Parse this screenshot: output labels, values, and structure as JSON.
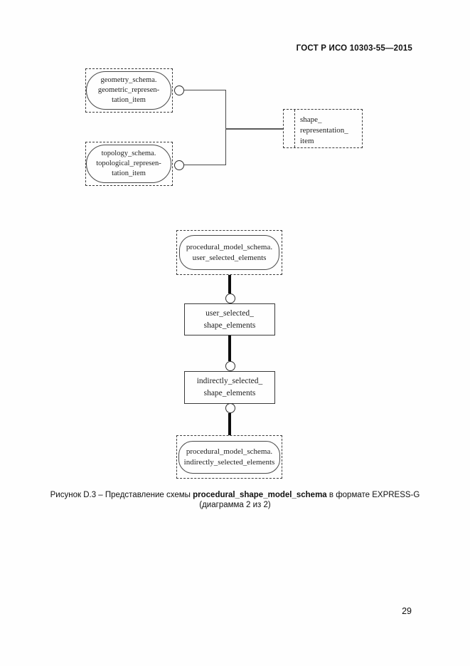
{
  "page": {
    "header": "ГОСТ Р ИСО 10303-55—2015",
    "page_number": "29"
  },
  "colors": {
    "ink": "#1a1a1a",
    "paper": "#fefefe"
  },
  "diagram_top": {
    "geometry_ref": {
      "line1": "geometry_schema.",
      "line2": "geometric_represen-",
      "line3": "tation_item"
    },
    "topology_ref": {
      "line1": "topology_schema.",
      "line2": "topological_represen-",
      "line3": "tation_item"
    },
    "shape_ref": {
      "line1": "shape_",
      "line2": "representation_",
      "line3": "item"
    }
  },
  "diagram_bottom": {
    "user_selected_ref": {
      "line1": "procedural_model_schema.",
      "line2": "user_selected_elements"
    },
    "user_selected_entity": {
      "line1": "user_selected_",
      "line2": "shape_elements"
    },
    "indirectly_selected_entity": {
      "line1": "indirectly_selected_",
      "line2": "shape_elements"
    },
    "indirectly_selected_ref": {
      "line1": "procedural_model_schema.",
      "line2": "indirectly_selected_elements"
    }
  },
  "caption": {
    "prefix": "Рисунок  D.3 – Представление схемы ",
    "bold_name": "procedural_shape_model_schema",
    "suffix": " в формате EXPRESS-G",
    "line2": "(диаграмма 2 из 2)"
  }
}
